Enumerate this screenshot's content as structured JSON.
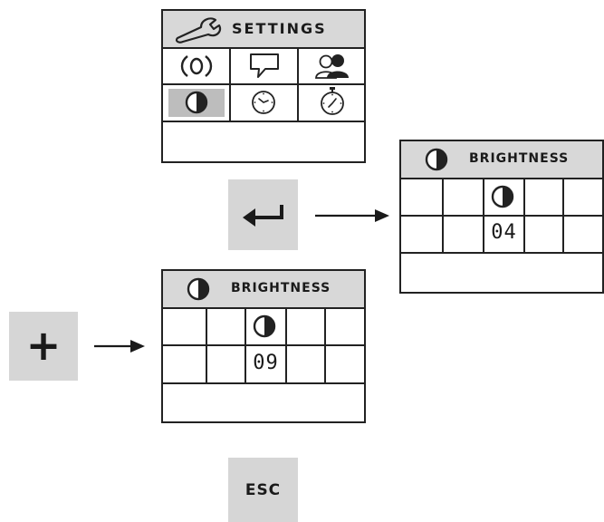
{
  "settings_screen": {
    "title": "SETTINGS",
    "header_icon": "wrench-icon",
    "menu_icons": [
      "wireless-signal-icon",
      "speech-bubble-icon",
      "users-icon",
      "brightness-icon",
      "clock-icon",
      "stopwatch-icon"
    ],
    "selected_icon": "brightness-icon",
    "highlight_color": "#bdbdbd"
  },
  "enter_button": {
    "icon": "enter-return-icon"
  },
  "brightness_screen_1": {
    "title": "BRIGHTNESS",
    "header_icon": "brightness-icon",
    "value": "04"
  },
  "plus_button": {
    "label": "+"
  },
  "brightness_screen_2": {
    "title": "BRIGHTNESS",
    "header_icon": "brightness-icon",
    "value": "09"
  },
  "esc_button": {
    "label": "ESC"
  },
  "arrows": [
    "arrow-right-icon",
    "arrow-right-icon"
  ],
  "colors": {
    "header": "#d8d8d8",
    "button": "#d6d6d6",
    "ink": "#222222"
  }
}
